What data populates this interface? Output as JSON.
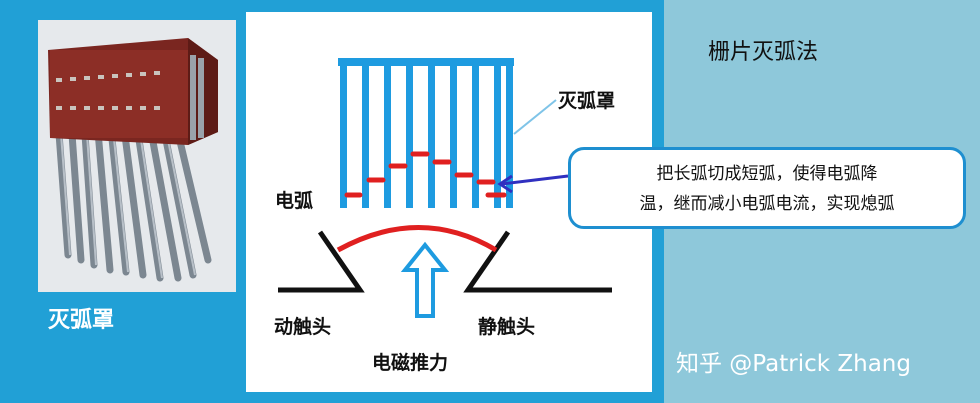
{
  "title": "栅片灭弧法",
  "photo": {
    "caption": "灭弧罩"
  },
  "diagram": {
    "label_hood": "灭弧罩",
    "label_arc": "电弧",
    "label_moving_contact": "动触头",
    "label_static_contact": "静触头",
    "label_force": "电磁推力"
  },
  "callout": {
    "line1": "把长弧切成短弧，使得电弧降",
    "line2": "温，继而减小电弧电流，实现熄弧"
  },
  "watermark": "知乎 @Patrick Zhang",
  "colors": {
    "frame": "#21a0d6",
    "background": "#8ec8da",
    "arc": "#e02020",
    "grid": "#1e9be0",
    "callout_border": "#1e8fd0",
    "arrow": "#3030c0"
  }
}
